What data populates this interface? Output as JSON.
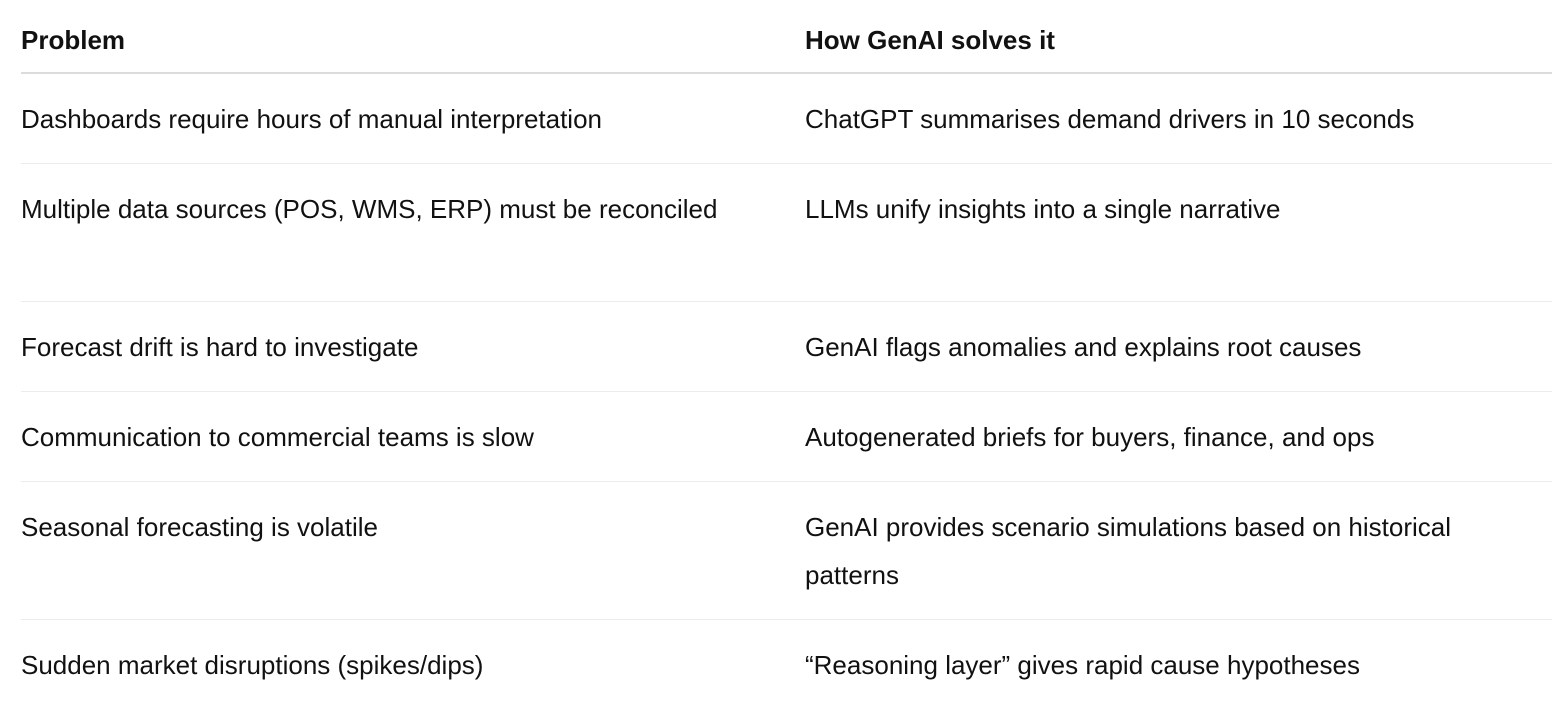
{
  "table": {
    "headers": [
      "Problem",
      "How GenAI solves it"
    ],
    "rows": [
      {
        "problem": "Dashboards require hours of manual interpretation",
        "solution": "ChatGPT summarises demand drivers in 10 seconds"
      },
      {
        "problem": "Multiple data sources (POS, WMS, ERP) must be reconciled",
        "solution": "LLMs unify insights into a single narrative"
      },
      {
        "problem": "Forecast drift is hard to investigate",
        "solution": "GenAI flags anomalies and explains root causes"
      },
      {
        "problem": "Communication to commercial teams is slow",
        "solution": "Autogenerated briefs for buyers, finance, and ops"
      },
      {
        "problem": "Seasonal forecasting is volatile",
        "solution": "GenAI provides scenario simulations based on historical patterns"
      },
      {
        "problem": "Sudden market disruptions (spikes/dips)",
        "solution": "“Reasoning layer” gives rapid cause hypotheses"
      }
    ]
  }
}
